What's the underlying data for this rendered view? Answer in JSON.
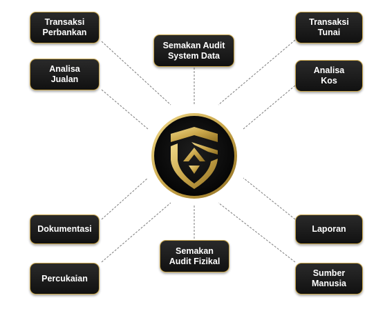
{
  "nodes": {
    "transaksi_perbankan": "Transaksi\nPerbankan",
    "semakan_audit_system_data": "Semakan Audit\nSystem Data",
    "transaksi_tunai": "Transaksi\nTunai",
    "analisa_jualan": "Analisa\nJualan",
    "analisa_kos": "Analisa\nKos",
    "dokumentasi": "Dokumentasi",
    "semakan_audit_fizikal": "Semakan\nAudit Fizikal",
    "laporan": "Laporan",
    "percukaian": "Percukaian",
    "sumber_manusia": "Sumber\nManusia"
  },
  "colors": {
    "node_fill": "#1a1a1a",
    "node_border": "#c9a64a",
    "connector": "#7a7a7a",
    "logo_gold": "#d4b45c",
    "logo_ring": "#c9a64a"
  }
}
